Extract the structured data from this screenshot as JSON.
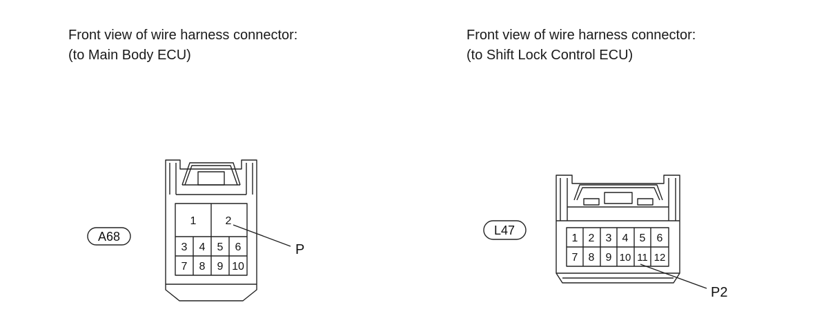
{
  "left": {
    "caption_line1": "Front view of wire harness connector:",
    "caption_line2": "(to Main Body ECU)",
    "connector_code": "A68",
    "pins": [
      "1",
      "2",
      "3",
      "4",
      "5",
      "6",
      "7",
      "8",
      "9",
      "10"
    ],
    "callout": "P"
  },
  "right": {
    "caption_line1": "Front view of wire harness connector:",
    "caption_line2": "(to Shift Lock Control ECU)",
    "connector_code": "L47",
    "pins": [
      "1",
      "2",
      "3",
      "4",
      "5",
      "6",
      "7",
      "8",
      "9",
      "10",
      "11",
      "12"
    ],
    "callout": "P2"
  }
}
